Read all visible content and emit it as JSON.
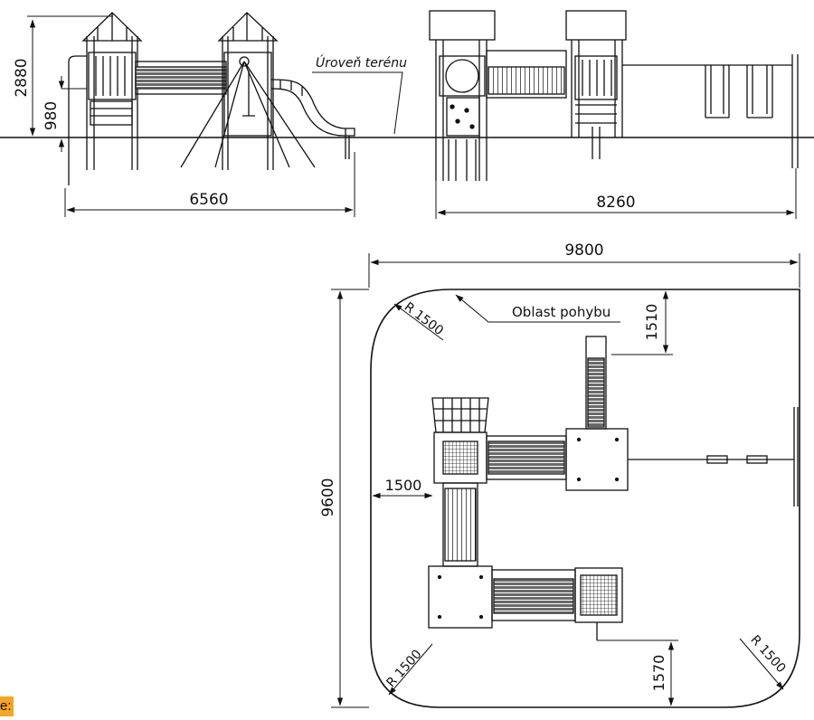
{
  "side_view": {
    "height_total": "2880",
    "height_platform": "980",
    "width": "6560",
    "ground_label": "Úroveň terénu"
  },
  "front_view": {
    "width": "8260"
  },
  "plan_view": {
    "width": "9800",
    "height": "9600",
    "area_label": "Oblast pohybu",
    "radius_top_left": "R 1500",
    "radius_bottom_left": "R 1500",
    "radius_bottom_right": "R 1500",
    "clearance_top": "1510",
    "clearance_left": "1500",
    "clearance_bottom": "1570"
  },
  "badge": {
    "text": "e:",
    "color": "#f5a623"
  }
}
